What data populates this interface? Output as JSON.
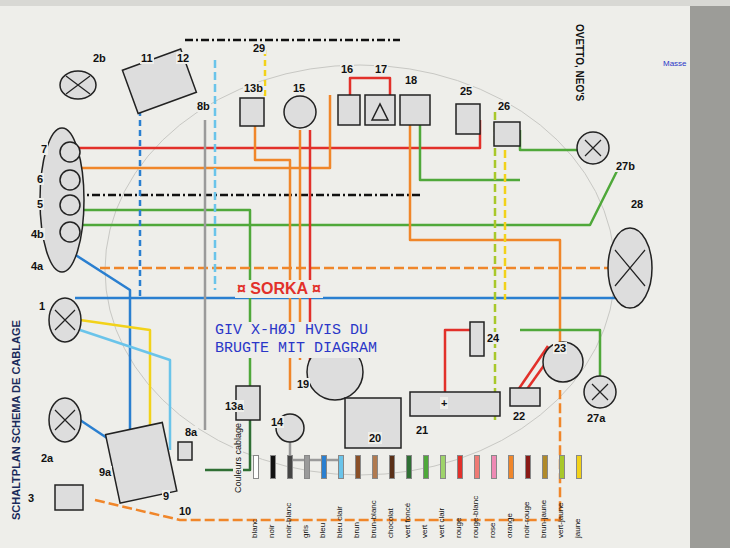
{
  "diagram": {
    "title": "SCHALTPLAN SCHEMA DE CABLAGE",
    "labels": [
      "OVETTO, NEO'S",
      "2b",
      "11",
      "12",
      "8b",
      "29",
      "13b",
      "15",
      "16",
      "17",
      "18",
      "25",
      "26",
      "27b",
      "28",
      "7",
      "6",
      "5",
      "4b",
      "4a",
      "1",
      "2a",
      "3",
      "9a",
      "9",
      "10",
      "8a",
      "13a",
      "14",
      "19",
      "20",
      "21",
      "22",
      "23",
      "24",
      "27a",
      "+",
      "Masse",
      "¤ SORKA ¤",
      "GIV X-HØJ HVIS DU BRUGTE MIT DIAGRAM",
      "Couleurs cablage"
    ],
    "legend": [
      {
        "text": "blanc",
        "color": "#ffffff"
      },
      {
        "text": "noir",
        "color": "#111111"
      },
      {
        "text": "noir-blanc",
        "color": "#444444"
      },
      {
        "text": "gris",
        "color": "#9a9a9a"
      },
      {
        "text": "bleu",
        "color": "#2a7fd0"
      },
      {
        "text": "bleu clair",
        "color": "#6ac4ea"
      },
      {
        "text": "brun",
        "color": "#8a5028"
      },
      {
        "text": "brun-blanc",
        "color": "#b07a50"
      },
      {
        "text": "chocolat",
        "color": "#5a3018"
      },
      {
        "text": "vert foncé",
        "color": "#2f6f34"
      },
      {
        "text": "vert",
        "color": "#4fa83a"
      },
      {
        "text": "vert clair",
        "color": "#9ed36a"
      },
      {
        "text": "rouge",
        "color": "#e2302a"
      },
      {
        "text": "rouge-blanc",
        "color": "#ef7a74"
      },
      {
        "text": "rose",
        "color": "#ee8ab4"
      },
      {
        "text": "orange",
        "color": "#f0862a"
      },
      {
        "text": "noir-rouge",
        "color": "#8a1a16"
      },
      {
        "text": "brun-jaune",
        "color": "#b08a2a"
      },
      {
        "text": "vert-jaune",
        "color": "#a8c82a"
      },
      {
        "text": "jaune",
        "color": "#f2d21a"
      }
    ]
  }
}
